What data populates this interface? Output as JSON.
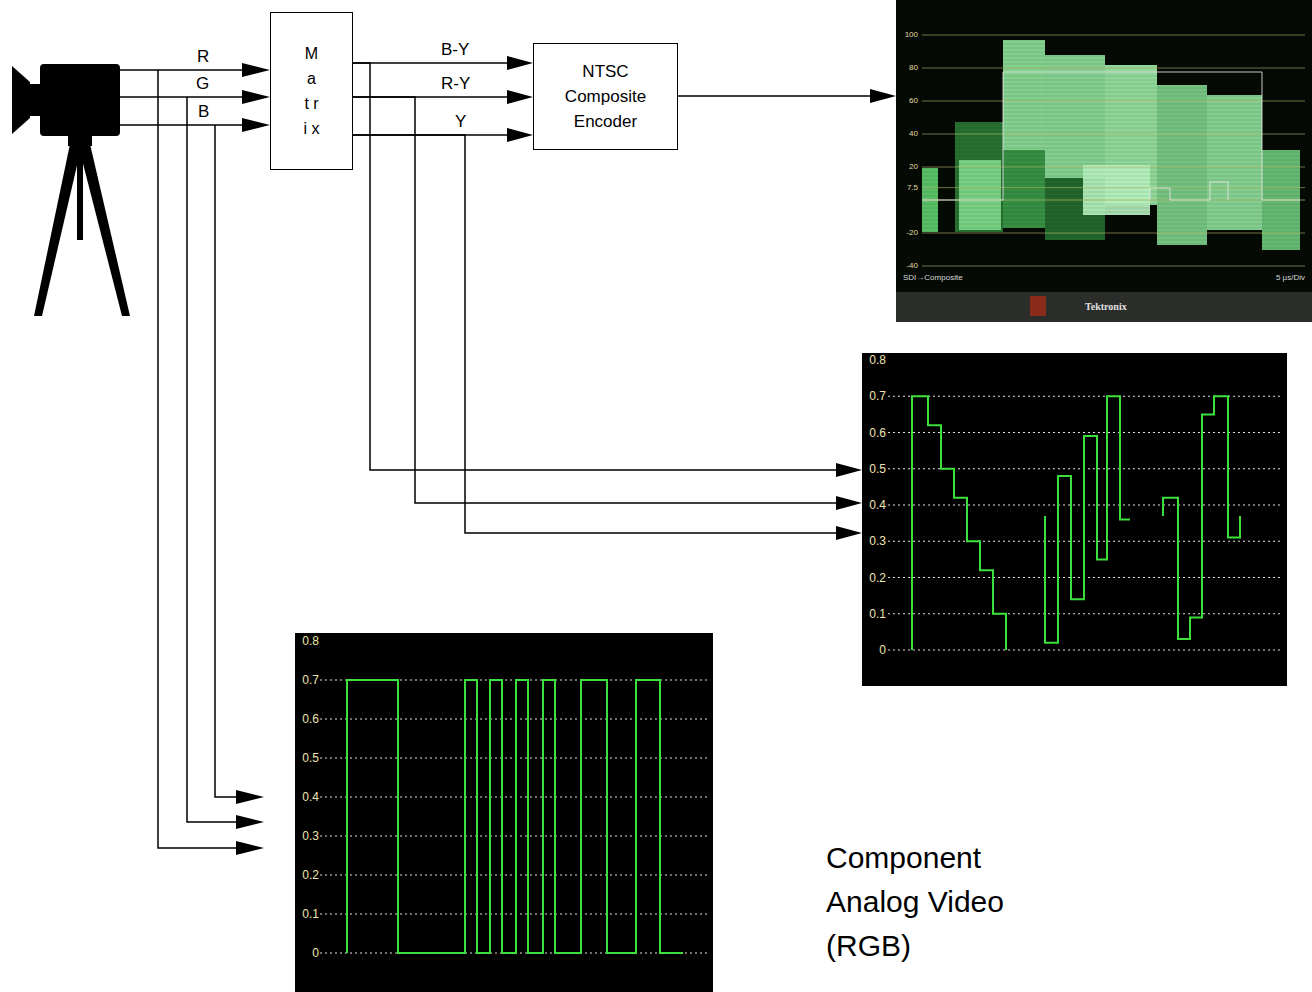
{
  "diagram": {
    "nodes": [
      {
        "text": [
          "M a t r i x"
        ]
      },
      {
        "text": [
          "NTSC Composite Encoder"
        ]
      },
      {
        "text": [
          "100",
          "80",
          "60",
          "40",
          "20",
          "7.5",
          "-20",
          "-40",
          "SDI→Composite",
          "5 µs/Div",
          "Tektronix"
        ]
      },
      {
        "text": [
          "0.8",
          "0.7",
          "0.6",
          "0.5",
          "0.4",
          "0.3",
          "0.2",
          "0.1",
          "0"
        ]
      },
      {
        "text": [
          "0.8",
          "0.7",
          "0.6",
          "0.5",
          "0.4",
          "0.3",
          "0.2",
          "0.1",
          "0"
        ]
      }
    ],
    "edges": [
      {
        "from": 0,
        "to": 1,
        "arrow": "to",
        "label": "B-Y"
      },
      {
        "from": 0,
        "to": 1,
        "arrow": "to",
        "label": "R-Y"
      },
      {
        "from": 0,
        "to": 1,
        "arrow": "to",
        "label": "Y"
      },
      {
        "from": 1,
        "to": 2,
        "arrow": "to"
      },
      {
        "from": 0,
        "to": 3,
        "arrow": "to"
      },
      {
        "from": 0,
        "to": 3,
        "arrow": "to"
      },
      {
        "from": 0,
        "to": 3,
        "arrow": "to"
      }
    ],
    "labels": [
      "R",
      "G",
      "B",
      "Component Analog Video (RGB)"
    ]
  }
}
